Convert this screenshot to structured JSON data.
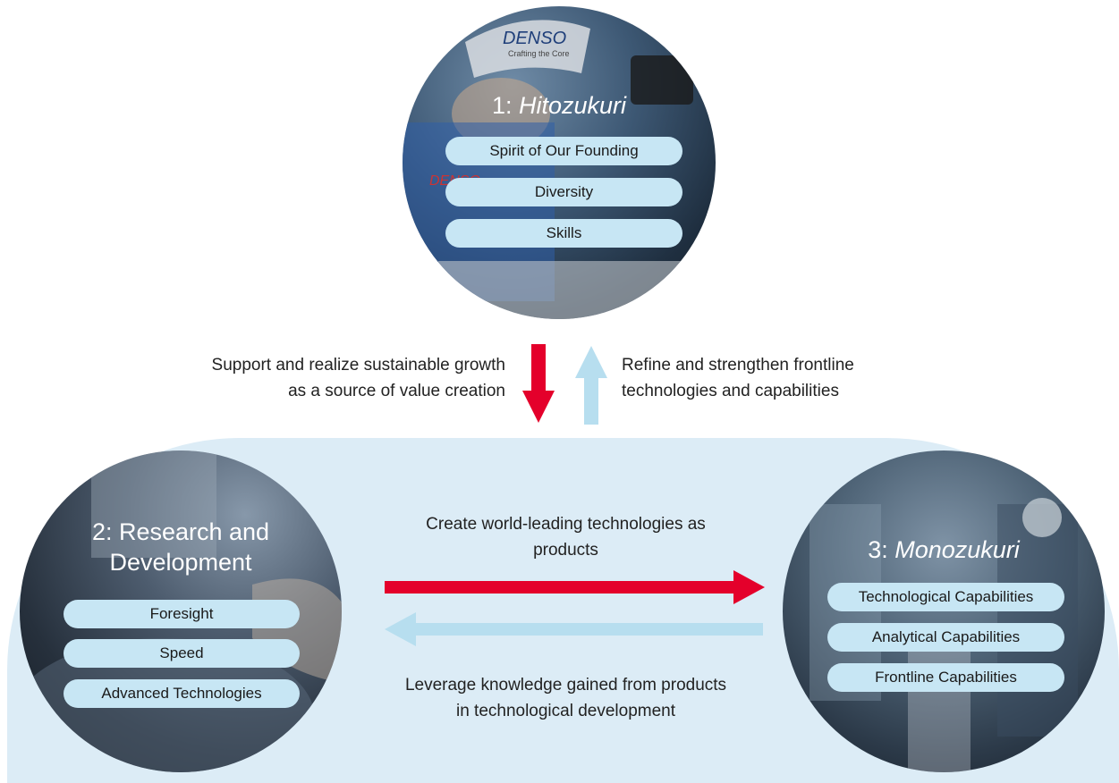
{
  "hitozukuri": {
    "number": "1:",
    "name": "Hitozukuri",
    "items": [
      "Spirit of Our Founding",
      "Diversity",
      "Skills"
    ]
  },
  "rnd": {
    "title_line1": "2: Research and",
    "title_line2": "Development",
    "items": [
      "Foresight",
      "Speed",
      "Advanced Technologies"
    ]
  },
  "monozukuri": {
    "number": "3:",
    "name": "Monozukuri",
    "items": [
      "Technological Capabilities",
      "Analytical Capabilities",
      "Frontline Capabilities"
    ]
  },
  "arrows": {
    "down_text": [
      "Support and realize sustainable growth",
      "as a source of value creation"
    ],
    "up_text": [
      "Refine and strengthen frontline",
      "technologies and capabilities"
    ],
    "right_text": [
      "Create world-leading technologies as",
      "products"
    ],
    "left_text": [
      "Leverage knowledge gained from products",
      "in technological development"
    ]
  },
  "photo_marks": {
    "cap_logo": "DENSO",
    "cap_tagline": "Crafting the Core",
    "shirt_logo": "DENSO"
  },
  "colors": {
    "red_arrow": "#e4002b",
    "light_arrow": "#b7deef",
    "pill": "#c7e6f4",
    "band": "#dcecf6"
  }
}
